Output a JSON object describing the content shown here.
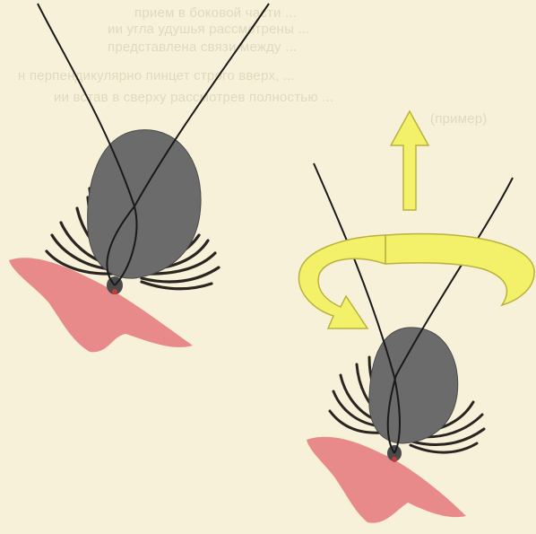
{
  "bleed_text": {
    "lines": [
      "прием в боковой части ...",
      "ии угла удушья рассмотрены ...",
      "представлена связи между ...",
      "н перпендикулярно пинцет строго вверх, ...",
      "ии встав в сверху рассмотрев полностью ...",
      "(пример)"
    ]
  },
  "colors": {
    "background": "#f7f1d9",
    "tick_body": "#6b6b6b",
    "tick_legs": "#2b2522",
    "thread": "#1a1a1a",
    "skin_wound": "#e98a8a",
    "arrow_fill": "#f3f06a",
    "arrow_outline": "#b9b23c"
  },
  "icons": [
    "tick-figure",
    "thread-loop",
    "rotation-arrow",
    "up-arrow",
    "skin-wound"
  ]
}
